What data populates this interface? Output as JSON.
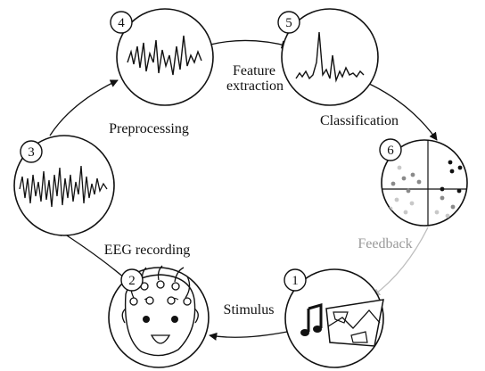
{
  "stages": [
    {
      "number": "1",
      "label": "Stimulus"
    },
    {
      "number": "2",
      "label": "EEG recording"
    },
    {
      "number": "3",
      "label": "Preprocessing"
    },
    {
      "number": "4",
      "label": "Feature"
    },
    {
      "number": "5",
      "label": "Classification"
    },
    {
      "number": "6",
      "label": "Feedback"
    }
  ],
  "feature_label_line2": "extraction",
  "colors": {
    "stroke": "#111111",
    "feedback_arrow": "#bdbdbd",
    "feedback_text": "#9a9a9a",
    "scatter_dark": "#111111",
    "scatter_mid": "#8a8a8a",
    "scatter_light": "#c8c8c8"
  },
  "icons": [
    "music-note-icon",
    "picture-icon",
    "face-icon",
    "eeg-electrodes-icon"
  ]
}
